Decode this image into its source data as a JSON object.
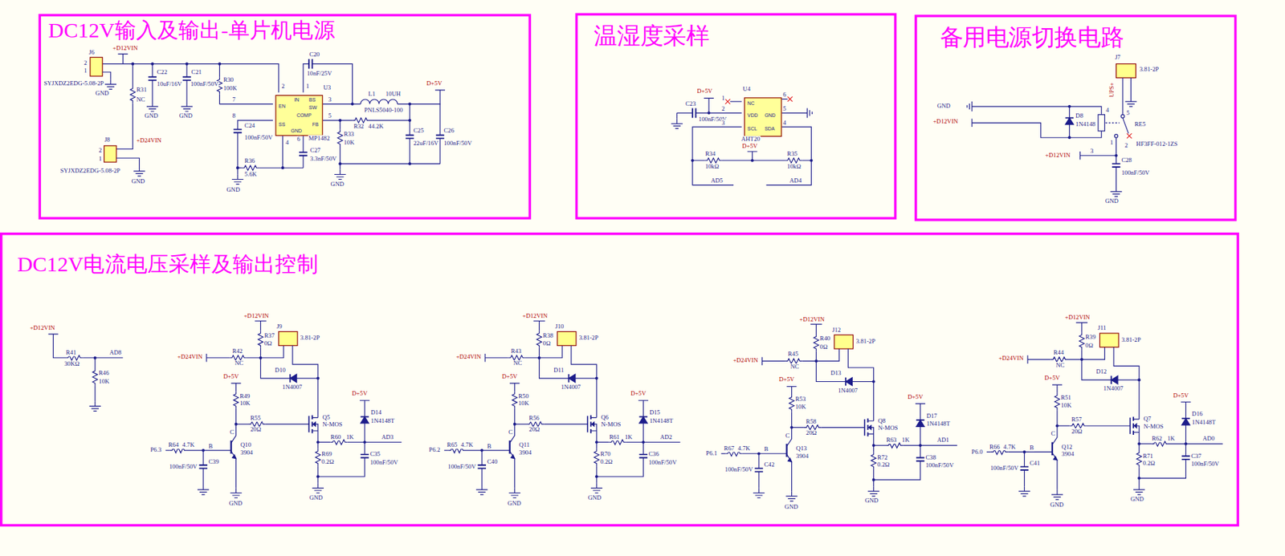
{
  "diagram": {
    "nodes": [
      {
        "text": [
          "DC12V输入及输出-单片机电源"
        ]
      },
      {
        "text": [
          "温湿度采样"
        ]
      },
      {
        "text": [
          "备用电源切换电路"
        ]
      },
      {
        "text": [
          "DC12V电流电压采样及输出控制"
        ]
      },
      {
        "text": [
          "EN",
          "SS",
          "IN",
          "GND",
          "BS",
          "SW",
          "FB",
          "COMP"
        ],
        "in": 0
      },
      {
        "text": [
          "NC",
          "VDD",
          "GND",
          "SCL",
          "SDA"
        ],
        "in": 1
      }
    ],
    "labels": [
      "+D12VIN",
      "J6",
      "2",
      "1",
      "SYJXDZ2EDG-5.08-2P",
      "GND",
      "R31",
      "NC",
      "C22",
      "10uF/16V",
      "C21",
      "100nF/50V",
      "R30",
      "100K",
      "GND",
      "GND",
      "C20",
      "10nF/25V",
      "U3",
      "2",
      "1",
      "7",
      "8",
      "3",
      "5",
      "4",
      "6",
      "MP1482",
      "L1",
      "10UH",
      "PNLS5040-100",
      "D+5V",
      "R32",
      "44.2K",
      "R33",
      "10K",
      "C24",
      "100nF/50V",
      "R36",
      "5.6K",
      "C27",
      "3.3nF/50V",
      "C25",
      "22uF/16V",
      "C26",
      "100nF/50V",
      "GND",
      "GND",
      "J8",
      "2",
      "1",
      "+D24VIN",
      "SYJXDZ2EDG-5.08-2P",
      "GND",
      "D+5V",
      "C23",
      "100nF/50V",
      "U4",
      "1",
      "2",
      "3",
      "6",
      "5",
      "4",
      "AHT20",
      "D+5V",
      "R34",
      "10kΩ",
      "R35",
      "10kΩ",
      "AD5",
      "AD4",
      "J7",
      "3.81-2P",
      "UPS+",
      "GND",
      "+D12VIN",
      "D8",
      "1N4148",
      "4",
      "5",
      "RE5",
      "HF3FF-012-1ZS",
      "1",
      "2",
      "3",
      "+D12VIN",
      "C28",
      "100nF/50V",
      "GND",
      "+D12VIN",
      "R41",
      "30KΩ",
      "AD8",
      "R46",
      "10K",
      "+D12VIN",
      "R37",
      "0Ω",
      "J9",
      "3.81-2P",
      "+D24VIN",
      "R42",
      "NC",
      "D10",
      "1N4007",
      "D+5V",
      "R49",
      "10K",
      "R55",
      "20Ω",
      "Q5",
      "N-MOS",
      "D+5V",
      "D14",
      "1N4148T",
      "C",
      "P6.3",
      "R64",
      "4.7K",
      "B",
      "Q10",
      "3904",
      "R60",
      "1K",
      "AD3",
      "C39",
      "100nF/50V",
      "R69",
      "0.2Ω",
      "C35",
      "100nF/50V",
      "GND",
      "GND",
      "+D12VIN",
      "R38",
      "0Ω",
      "J10",
      "3.81-2P",
      "+D24VIN",
      "R43",
      "NC",
      "D11",
      "1N4007",
      "D+5V",
      "R50",
      "10K",
      "R56",
      "20Ω",
      "Q6",
      "N-MOS",
      "D+5V",
      "D15",
      "1N4148T",
      "C",
      "P6.2",
      "R65",
      "4.7K",
      "B",
      "Q11",
      "3904",
      "R61",
      "1K",
      "AD2",
      "C40",
      "100nF/50V",
      "R70",
      "0.2Ω",
      "C36",
      "100nF/50V",
      "GND",
      "GND",
      "+D12VIN",
      "R40",
      "0Ω",
      "J12",
      "3.81-2P",
      "+D24VIN",
      "R45",
      "NC",
      "D13",
      "1N4007",
      "D+5V",
      "R53",
      "10K",
      "R58",
      "20Ω",
      "Q8",
      "N-MOS",
      "D+5V",
      "D17",
      "1N4148T",
      "C",
      "P6.1",
      "R67",
      "4.7K",
      "B",
      "Q13",
      "3904",
      "R63",
      "1K",
      "AD1",
      "C42",
      "100nF/50V",
      "R72",
      "0.2Ω",
      "C38",
      "100nF/50V",
      "GND",
      "GND",
      "+D12VIN",
      "R39",
      "0Ω",
      "J11",
      "3.81-2P",
      "+D24VIN",
      "R44",
      "NC",
      "D12",
      "1N4007",
      "D+5V",
      "R51",
      "10K",
      "R57",
      "20Ω",
      "Q7",
      "N-MOS",
      "D+5V",
      "D16",
      "1N4148T",
      "C",
      "P6.0",
      "R66",
      "4.7K",
      "B",
      "Q12",
      "3904",
      "R62",
      "1K",
      "AD0",
      "C41",
      "100nF/50V",
      "R71",
      "0.2Ω",
      "C37",
      "100nF/50V",
      "GND",
      "GND"
    ]
  }
}
